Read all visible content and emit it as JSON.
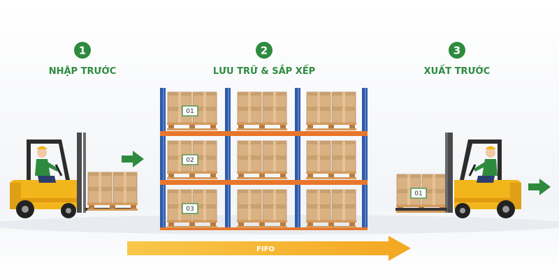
{
  "steps": [
    {
      "number": "1",
      "title": "NHẬP TRƯỚC"
    },
    {
      "number": "2",
      "title": "LƯU TRỮ & SẮP XẾP"
    },
    {
      "number": "3",
      "title": "XUẤT TRƯỚC"
    }
  ],
  "rack_labels": [
    "01",
    "02",
    "03"
  ],
  "outgoing_label": "01",
  "flow_label": "FIFO",
  "colors": {
    "accent_green": "#2e8b3e",
    "forklift_yellow": "#f2b51c",
    "rack_blue": "#2f5aa8",
    "shelf_orange": "#e8762b",
    "box_tan": "#d9b183",
    "flow_arrow": "#f5b52e"
  },
  "icons": [
    "forklift-in-icon",
    "forklift-out-icon",
    "arrow-right-icon",
    "pallet-icon",
    "box-icon"
  ]
}
